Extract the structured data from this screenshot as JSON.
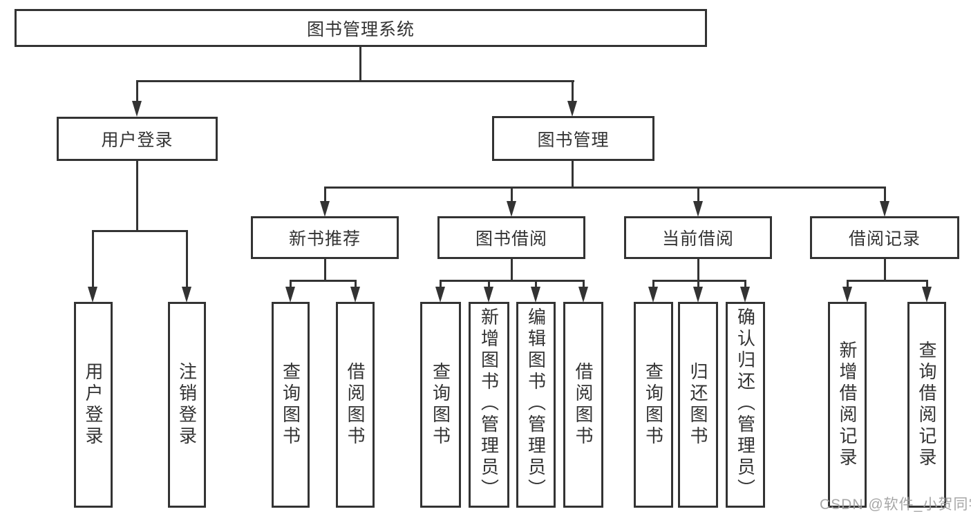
{
  "diagram": {
    "title_node": "图书管理系统",
    "level2": {
      "user_login": "用户登录",
      "book_mgmt": "图书管理"
    },
    "level3": {
      "new_book_rec": "新书推荐",
      "book_borrow": "图书借阅",
      "current_borrow": "当前借阅",
      "borrow_records": "借阅记录"
    },
    "leaves": {
      "user_login": "用户登录",
      "logout": "注销登录",
      "query_book_a": "查询图书",
      "borrow_book_a": "借阅图书",
      "query_book_b": "查询图书",
      "add_book_admin": "新增图书（管理员）",
      "edit_book_admin": "编辑图书（管理员）",
      "borrow_book_b": "借阅图书",
      "query_book_c": "查询图书",
      "return_book": "归还图书",
      "confirm_return_admin": "确认归还（管理员）",
      "add_borrow_record": "新增借阅记录",
      "query_borrow_record": "查询借阅记录"
    },
    "watermark": "CSDN @软件_小贺同学",
    "colors": {
      "line": "#333333",
      "text": "#333333",
      "watermark": "#9e9e9e",
      "background": "#ffffff"
    }
  }
}
